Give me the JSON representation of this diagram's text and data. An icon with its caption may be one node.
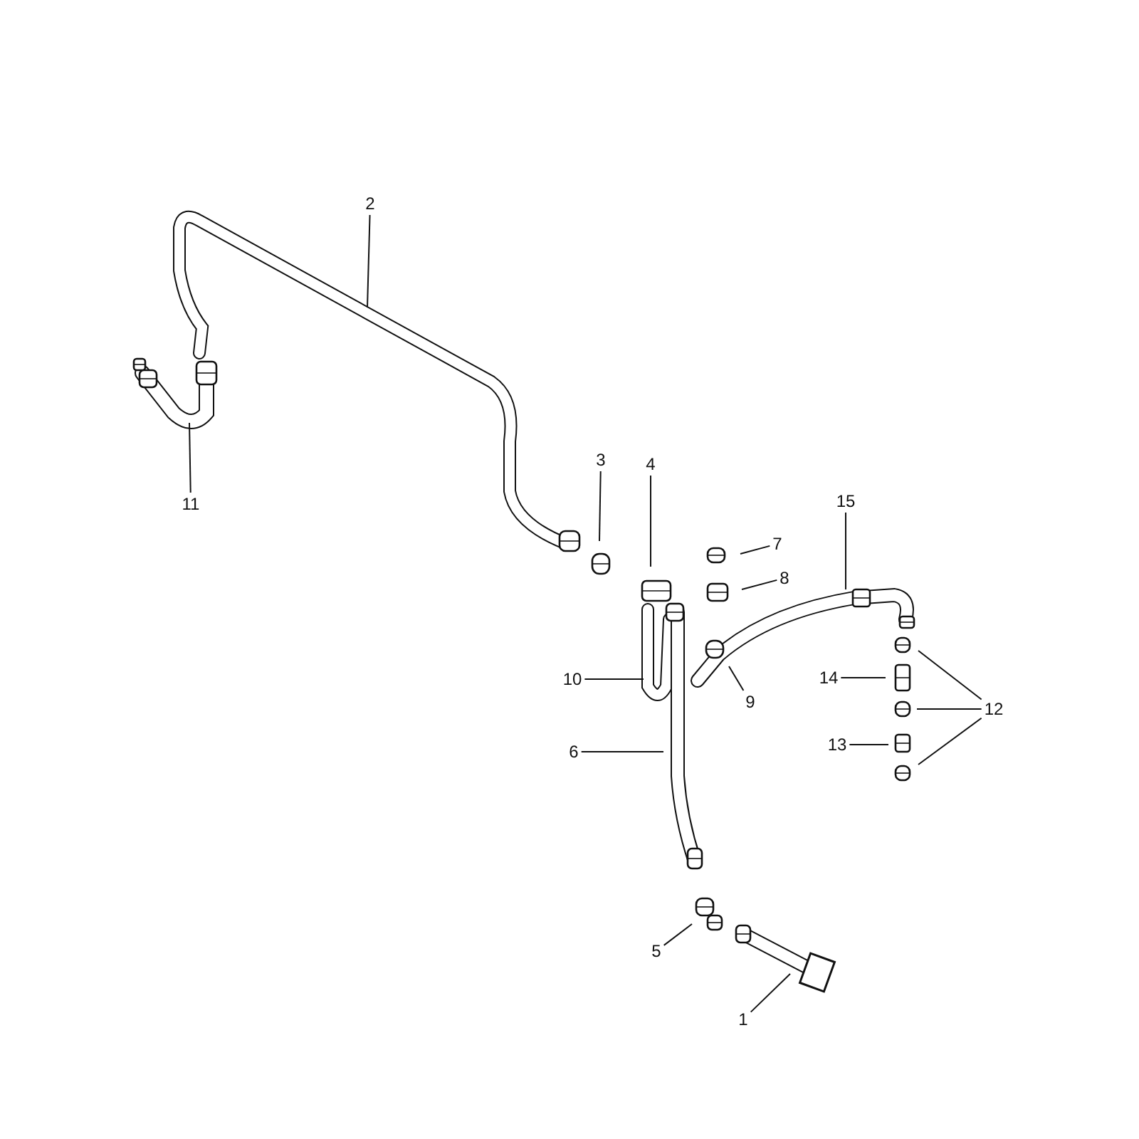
{
  "diagram": {
    "nodes": [
      {
        "text": [
          "2"
        ]
      },
      {
        "text": [
          "11"
        ]
      },
      {
        "text": [
          "3"
        ]
      },
      {
        "text": [
          "4"
        ]
      },
      {
        "text": [
          "15"
        ]
      },
      {
        "text": [
          "7"
        ]
      },
      {
        "text": [
          "8"
        ]
      },
      {
        "text": [
          "10"
        ]
      },
      {
        "text": [
          "14"
        ]
      },
      {
        "text": [
          "9"
        ]
      },
      {
        "text": [
          "12"
        ]
      },
      {
        "text": [
          "6"
        ]
      },
      {
        "text": [
          "13"
        ]
      },
      {
        "text": [
          "5"
        ]
      },
      {
        "text": [
          "1"
        ]
      }
    ],
    "edges": [
      {
        "from": 0,
        "to": null,
        "arrow": "none"
      },
      {
        "from": 1,
        "to": null,
        "arrow": "none"
      },
      {
        "from": 2,
        "to": null,
        "arrow": "none"
      },
      {
        "from": 3,
        "to": null,
        "arrow": "none"
      },
      {
        "from": 4,
        "to": null,
        "arrow": "none"
      },
      {
        "from": 5,
        "to": null,
        "arrow": "none"
      },
      {
        "from": 6,
        "to": null,
        "arrow": "none"
      },
      {
        "from": 7,
        "to": null,
        "arrow": "none"
      },
      {
        "from": 8,
        "to": null,
        "arrow": "none"
      },
      {
        "from": 9,
        "to": null,
        "arrow": "none"
      },
      {
        "from": 10,
        "to": null,
        "arrow": "none"
      },
      {
        "from": 10,
        "to": null,
        "arrow": "none"
      },
      {
        "from": 10,
        "to": null,
        "arrow": "none"
      },
      {
        "from": 11,
        "to": null,
        "arrow": "none"
      },
      {
        "from": 12,
        "to": null,
        "arrow": "none"
      },
      {
        "from": 13,
        "to": null,
        "arrow": "none"
      },
      {
        "from": 14,
        "to": null,
        "arrow": "none"
      }
    ]
  }
}
